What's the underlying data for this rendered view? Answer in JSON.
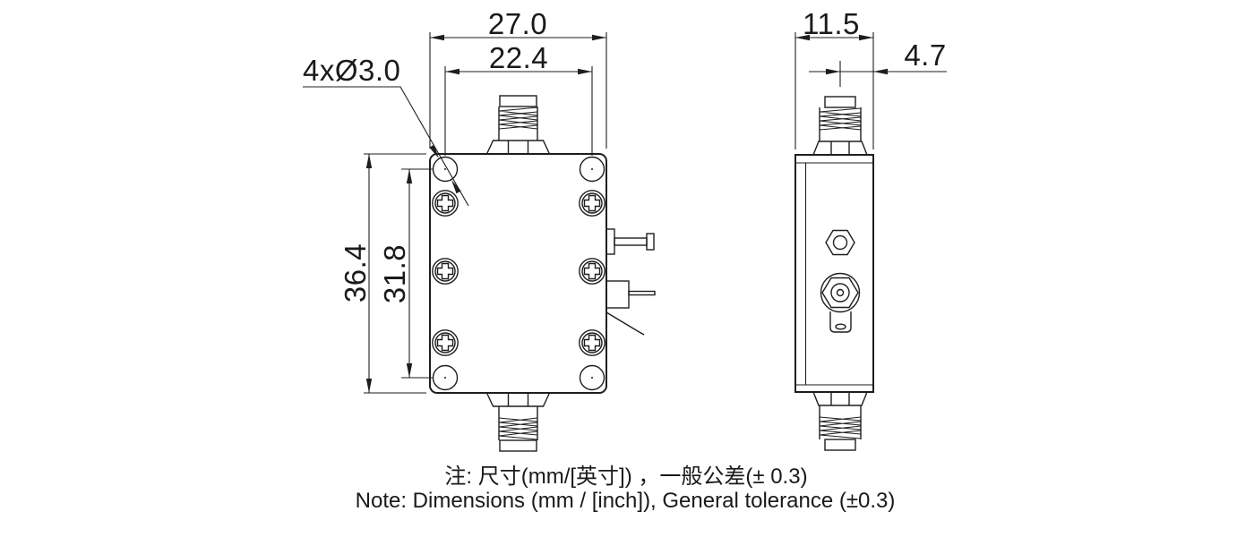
{
  "drawing": {
    "views": {
      "front": {
        "dim_overall_width": "27.0",
        "dim_connector_span": "22.4",
        "dim_overall_height": "36.4",
        "dim_hole_span": "31.8",
        "hole_callout": "4xØ3.0"
      },
      "side": {
        "dim_depth": "11.5",
        "dim_connector_offset": "4.7"
      }
    },
    "notes": {
      "chinese": "注: 尺寸(mm/[英寸]) ，一般公差(± 0.3)",
      "english": "Note: Dimensions (mm / [inch]), General tolerance (±0.3)"
    },
    "colors": {
      "line": "#1e1e1e",
      "text": "#1a1a1a",
      "background": "#ffffff"
    }
  }
}
